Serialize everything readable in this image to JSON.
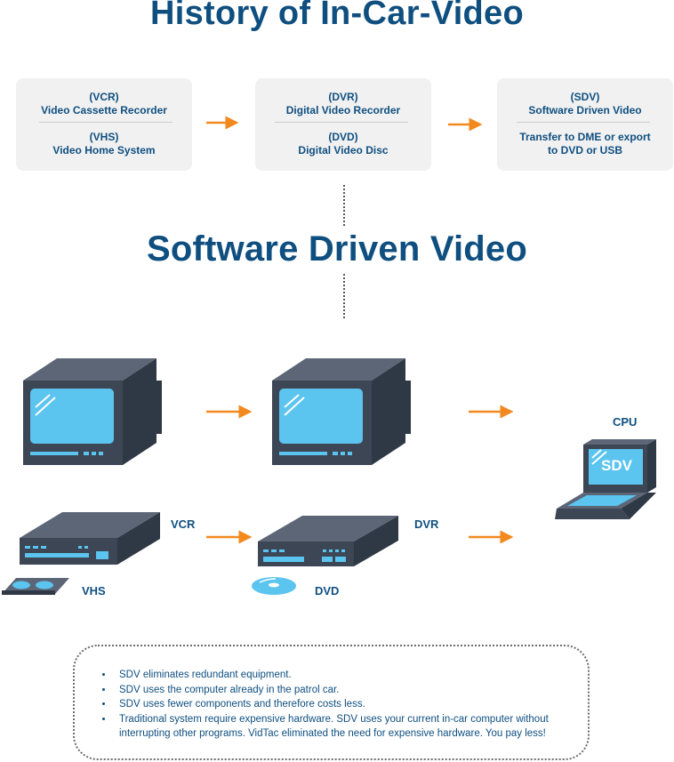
{
  "title": "History of In-Car-Video",
  "subtitle": "Software Driven Video",
  "eras": [
    {
      "top_abbr": "(VCR)",
      "top_name": "Video Cassette Recorder",
      "bottom_abbr": "(VHS)",
      "bottom_name": "Video Home System"
    },
    {
      "top_abbr": "(DVR)",
      "top_name": "Digital Video Recorder",
      "bottom_abbr": "(DVD)",
      "bottom_name": "Digital Video Disc"
    },
    {
      "top_abbr": "(SDV)",
      "top_name": "Software Driven Video",
      "bottom_line1": "Transfer to DME or export",
      "bottom_line2": "to DVD or USB"
    }
  ],
  "device_labels": {
    "vcr": "VCR",
    "vhs": "VHS",
    "dvr": "DVR",
    "dvd": "DVD",
    "cpu": "CPU",
    "laptop_screen": "SDV"
  },
  "notes": [
    "SDV eliminates redundant equipment.",
    "SDV uses the computer already in the patrol car.",
    "SDV uses fewer components and therefore costs less.",
    "Traditional system require expensive hardware. SDV uses your current in-car computer without interrupting other programs. VidTac eliminated the need for expensive hardware. You pay less!"
  ],
  "colors": {
    "title": "#0f4f80",
    "arrow": "#f2891f",
    "box_bg": "#f1f1f1",
    "device_dark": "#3c4654",
    "device_mid": "#505b6a",
    "screen": "#5bc4ef"
  }
}
